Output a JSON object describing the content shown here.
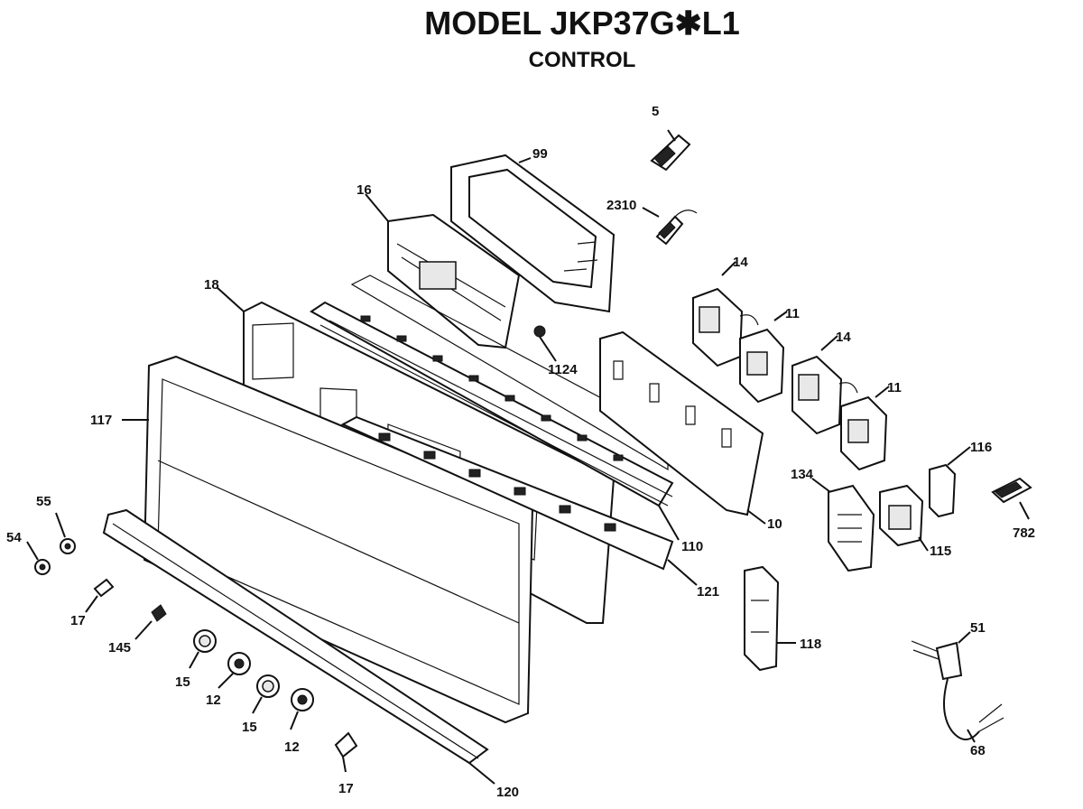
{
  "diagram": {
    "title": "MODEL JKP37G✱L1",
    "subtitle": "CONTROL",
    "part_labels": {
      "p5": "5",
      "p99": "99",
      "p2310": "2310",
      "p16": "16",
      "p14a": "14",
      "p11a": "11",
      "p14b": "14",
      "p11b": "11",
      "p18": "18",
      "p1124": "1124",
      "p117": "117",
      "p10": "10",
      "p110": "110",
      "p116": "116",
      "p134": "134",
      "p782": "782",
      "p115": "115",
      "p121": "121",
      "p118": "118",
      "p55": "55",
      "p54": "54",
      "p17a": "17",
      "p145": "145",
      "p15a": "15",
      "p12a": "12",
      "p15b": "15",
      "p12b": "12",
      "p17b": "17",
      "p120": "120",
      "p51": "51",
      "p68": "68"
    }
  }
}
